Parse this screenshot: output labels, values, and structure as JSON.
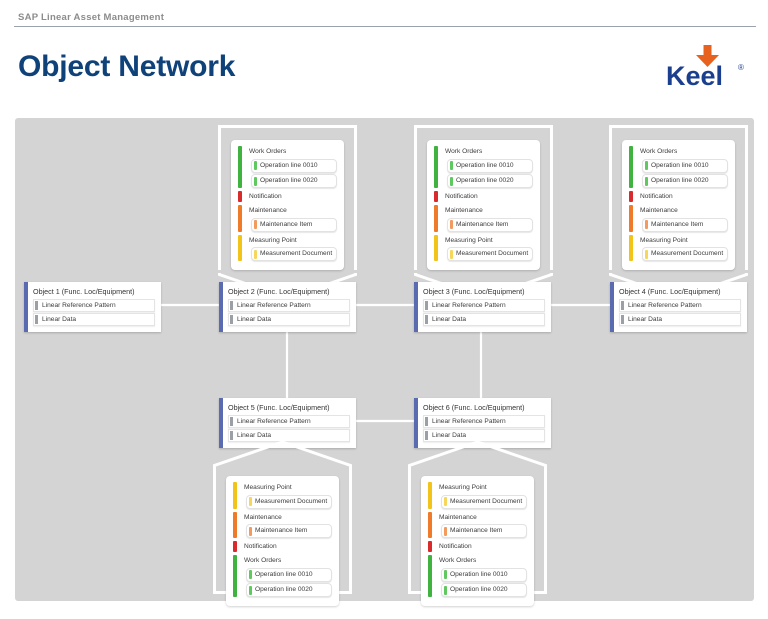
{
  "header": {
    "eyebrow": "SAP Linear Asset Management",
    "title": "Object Network",
    "logo_text": "Keel",
    "logo_mark": "down-arrow-mark",
    "logo_registered": "®"
  },
  "colors": {
    "canvas": "#d4d4d4",
    "title": "#10427a",
    "logo_blue": "#1b3f8f",
    "logo_orange": "#e8621f",
    "work_orders": "#3fb23f",
    "notification": "#d92b2b",
    "maintenance": "#ef7a2a",
    "measuring_point": "#f2c318",
    "object_bar": "#5b6bb0",
    "link": "#ffffff"
  },
  "labels": {
    "work_orders": "Work Orders",
    "operation_0010": "Operation line 0010",
    "operation_0020": "Operation line 0020",
    "notification": "Notification",
    "maintenance": "Maintenance",
    "maintenance_item": "Maintenance Item",
    "measuring_point": "Measuring Point",
    "measurement_document": "Measurement Document",
    "linear_reference_pattern": "Linear Reference Pattern",
    "linear_data": "Linear Data"
  },
  "detail_cards": {
    "top": [
      {
        "id": "detail-card-top-1",
        "sections": [
          {
            "title": "Work Orders",
            "color": "#3fb23f",
            "items": [
              "Operation line 0010",
              "Operation line 0020"
            ]
          },
          {
            "title": "Notification",
            "color": "#d92b2b",
            "items": []
          },
          {
            "title": "Maintenance",
            "color": "#ef7a2a",
            "items": [
              "Maintenance Item"
            ]
          },
          {
            "title": "Measuring Point",
            "color": "#f2c318",
            "items": [
              "Measurement Document"
            ]
          }
        ]
      },
      {
        "id": "detail-card-top-2",
        "sections": [
          {
            "title": "Work Orders",
            "color": "#3fb23f",
            "items": [
              "Operation line 0010",
              "Operation line 0020"
            ]
          },
          {
            "title": "Notification",
            "color": "#d92b2b",
            "items": []
          },
          {
            "title": "Maintenance",
            "color": "#ef7a2a",
            "items": [
              "Maintenance Item"
            ]
          },
          {
            "title": "Measuring Point",
            "color": "#f2c318",
            "items": [
              "Measurement Document"
            ]
          }
        ]
      },
      {
        "id": "detail-card-top-3",
        "sections": [
          {
            "title": "Work Orders",
            "color": "#3fb23f",
            "items": [
              "Operation line 0010",
              "Operation line 0020"
            ]
          },
          {
            "title": "Notification",
            "color": "#d92b2b",
            "items": []
          },
          {
            "title": "Maintenance",
            "color": "#ef7a2a",
            "items": [
              "Maintenance Item"
            ]
          },
          {
            "title": "Measuring Point",
            "color": "#f2c318",
            "items": [
              "Measurement Document"
            ]
          }
        ]
      }
    ],
    "bottom": [
      {
        "id": "detail-card-bottom-1",
        "sections": [
          {
            "title": "Measuring Point",
            "color": "#f2c318",
            "items": [
              "Measurement Document"
            ]
          },
          {
            "title": "Maintenance",
            "color": "#ef7a2a",
            "items": [
              "Maintenance Item"
            ]
          },
          {
            "title": "Notification",
            "color": "#d92b2b",
            "items": []
          },
          {
            "title": "Work Orders",
            "color": "#3fb23f",
            "items": [
              "Operation line 0010",
              "Operation line 0020"
            ]
          }
        ]
      },
      {
        "id": "detail-card-bottom-2",
        "sections": [
          {
            "title": "Measuring Point",
            "color": "#f2c318",
            "items": [
              "Measurement Document"
            ]
          },
          {
            "title": "Maintenance",
            "color": "#ef7a2a",
            "items": [
              "Maintenance Item"
            ]
          },
          {
            "title": "Notification",
            "color": "#d92b2b",
            "items": []
          },
          {
            "title": "Work Orders",
            "color": "#3fb23f",
            "items": [
              "Operation line 0010",
              "Operation line 0020"
            ]
          }
        ]
      }
    ]
  },
  "nodes": [
    {
      "id": "object-1",
      "title": "Object 1 (Func. Loc/Equipment)",
      "rows": [
        "Linear Reference Pattern",
        "Linear Data"
      ]
    },
    {
      "id": "object-2",
      "title": "Object 2 (Func. Loc/Equipment)",
      "rows": [
        "Linear Reference Pattern",
        "Linear Data"
      ]
    },
    {
      "id": "object-3",
      "title": "Object 3 (Func. Loc/Equipment)",
      "rows": [
        "Linear Reference Pattern",
        "Linear Data"
      ]
    },
    {
      "id": "object-4",
      "title": "Object 4 (Func. Loc/Equipment)",
      "rows": [
        "Linear Reference Pattern",
        "Linear Data"
      ]
    },
    {
      "id": "object-5",
      "title": "Object 5 (Func. Loc/Equipment)",
      "rows": [
        "Linear Reference Pattern",
        "Linear Data"
      ]
    },
    {
      "id": "object-6",
      "title": "Object 6 (Func. Loc/Equipment)",
      "rows": [
        "Linear Reference Pattern",
        "Linear Data"
      ]
    }
  ]
}
